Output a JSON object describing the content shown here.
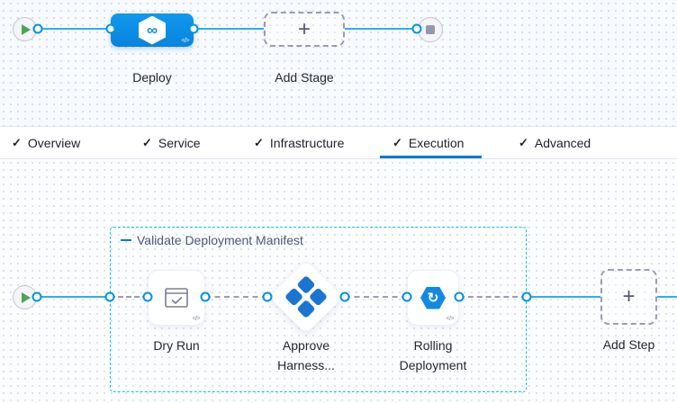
{
  "stage_canvas": {
    "deploy_label": "Deploy",
    "add_stage_label": "Add Stage"
  },
  "tabs": [
    {
      "label": "Overview"
    },
    {
      "label": "Service"
    },
    {
      "label": "Infrastructure"
    },
    {
      "label": "Execution",
      "active": true
    },
    {
      "label": "Advanced"
    }
  ],
  "execution_canvas": {
    "group_label": "Validate Deployment Manifest",
    "step_dry_run_label": "Dry Run",
    "step_approve_label": "Approve Harness...",
    "step_rolling_label": "Rolling Deployment",
    "add_step_label": "Add Step"
  },
  "icons": {
    "check": "✓",
    "plus": "+",
    "code": "</>",
    "deploy_hex_glyph": "∞",
    "rolling_glyph": "↻"
  },
  "colors": {
    "accent": "#0278d5",
    "wire_blue": "#2ab0ef",
    "stage_blue": "#0a90e5",
    "group_teal": "#0bc8e4",
    "play_green": "#4aa74d",
    "approve_blue": "#1b75d0"
  }
}
